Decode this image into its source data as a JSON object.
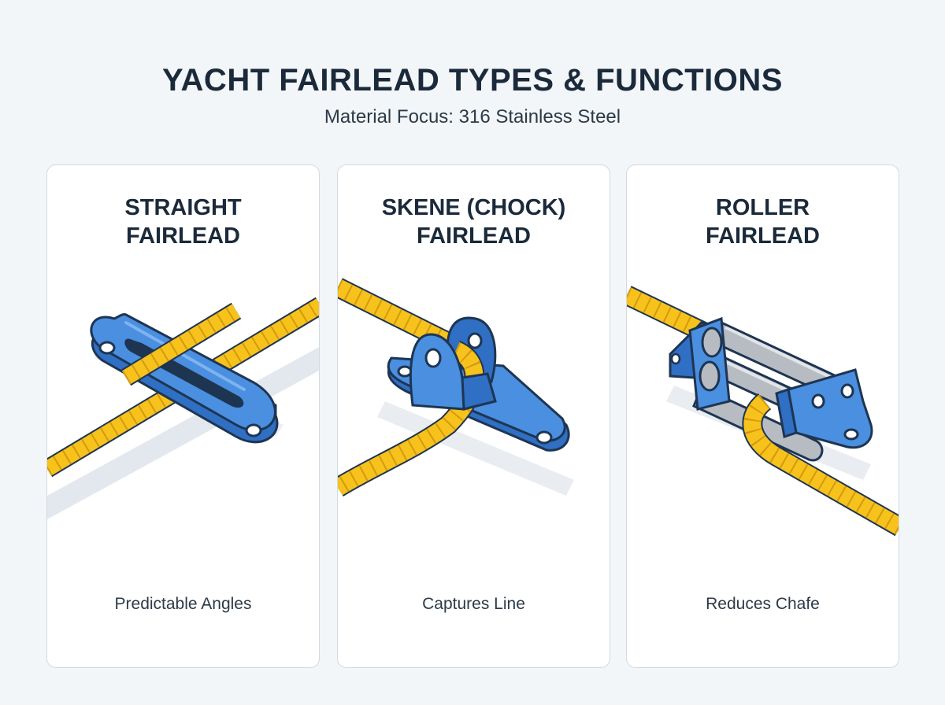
{
  "header": {
    "title": "YACHT FAIRLEAD TYPES & FUNCTIONS",
    "subtitle": "Material Focus: 316 Stainless Steel"
  },
  "cards": [
    {
      "title_line1": "STRAIGHT",
      "title_line2": "FAIRLEAD",
      "caption": "Predictable Angles",
      "icon": "straight-fairlead-illustration"
    },
    {
      "title_line1": "SKENE (CHOCK)",
      "title_line2": "FAIRLEAD",
      "caption": "Captures Line",
      "icon": "skene-chock-fairlead-illustration"
    },
    {
      "title_line1": "ROLLER",
      "title_line2": "FAIRLEAD",
      "caption": "Reduces Chafe",
      "icon": "roller-fairlead-illustration"
    }
  ],
  "colors": {
    "metal": "#4a8fe0",
    "metal_dark": "#2f6fc4",
    "metal_light": "#8cbcf3",
    "rope": "#f7c21c",
    "rope_dark": "#c9900d",
    "roller": "#b7bcc3",
    "outline": "#1e3552",
    "background": "#f3f6f9"
  }
}
